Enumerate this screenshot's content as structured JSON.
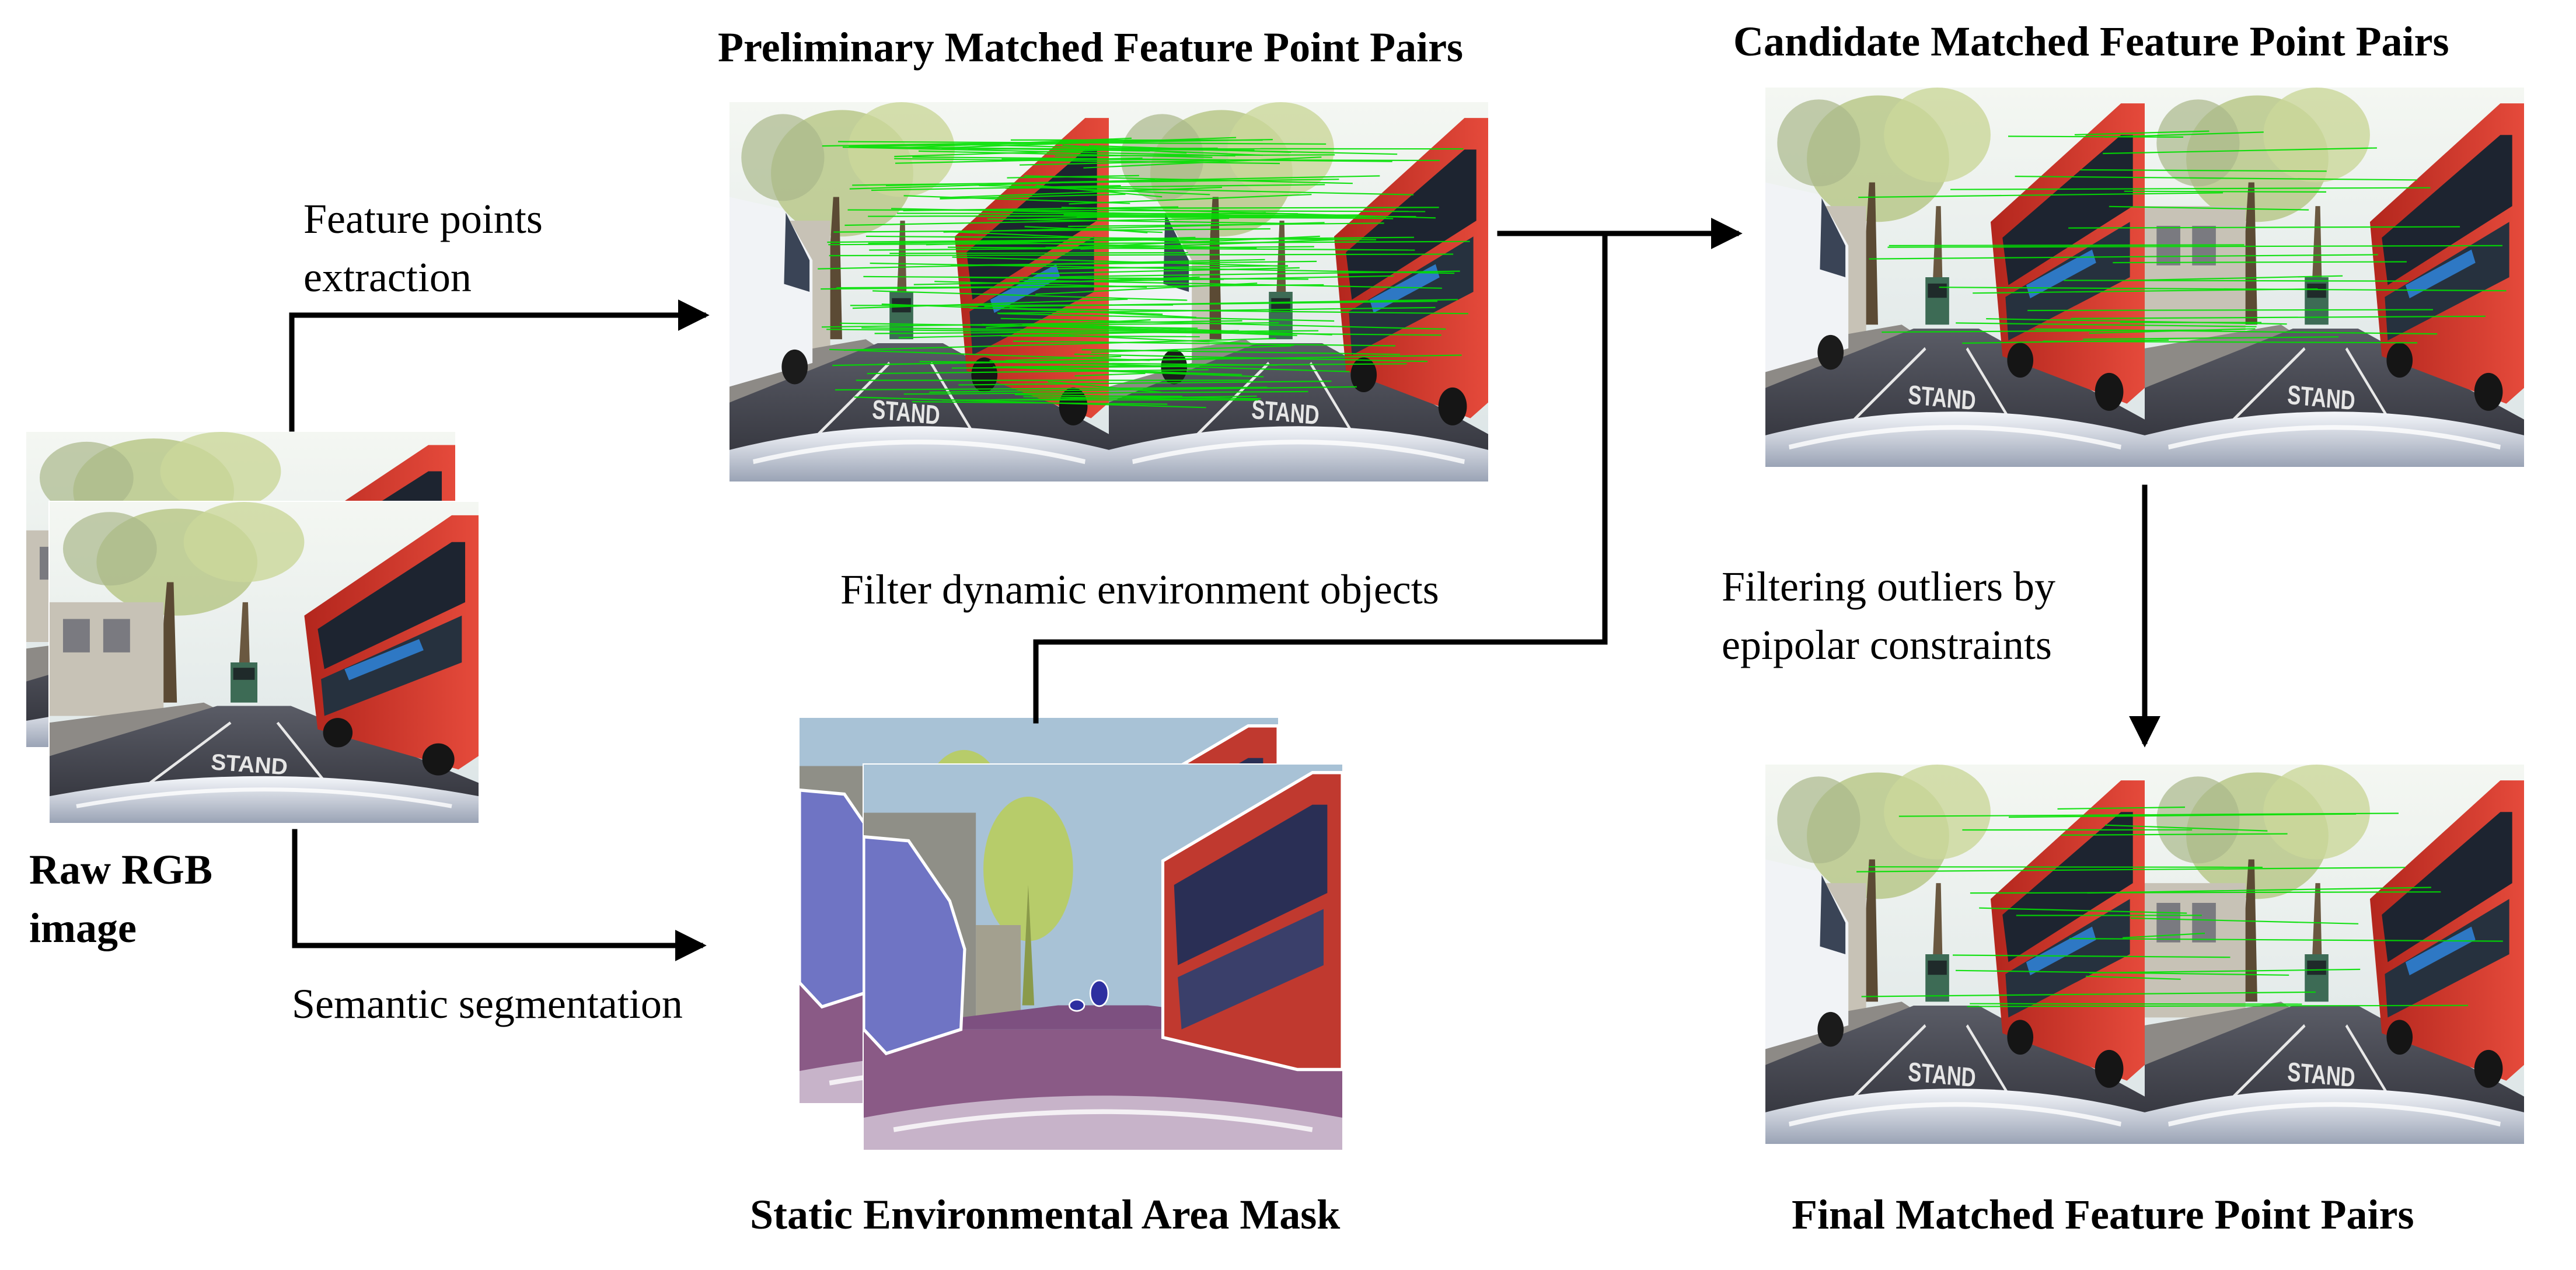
{
  "titles": {
    "raw_rgb": "Raw RGB\nimage",
    "preliminary": "Preliminary Matched Feature Point Pairs",
    "candidate": "Candidate Matched Feature Point Pairs",
    "final": "Final Matched Feature Point Pairs",
    "mask": "Static Environmental Area Mask"
  },
  "steps": {
    "feature_extraction": "Feature points\nextraction",
    "semantic_segmentation": "Semantic segmentation",
    "filter_dynamic": "Filter dynamic environment objects",
    "epipolar_filter": "Filtering outliers by\nepipolar constraints"
  },
  "image_text": {
    "road_marking": "STAND"
  },
  "colors": {
    "match_line": "#00e000",
    "arrow": "#000000",
    "bus_red": "#d8342a",
    "sky": "#dfe9f0",
    "mask_road": "#8a5a86",
    "mask_vehicle": "#6f74c4"
  },
  "icons": {
    "arrow": "arrow-right-icon"
  }
}
